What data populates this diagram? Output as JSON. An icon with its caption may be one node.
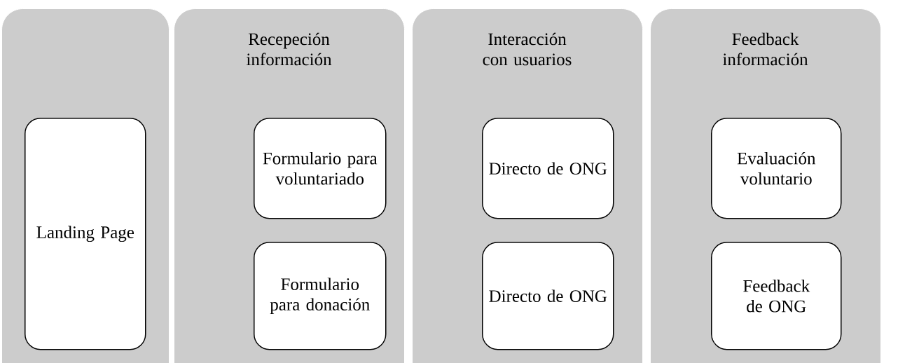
{
  "diagram": {
    "nodes": [
      {
        "text": [],
        "shape": "box"
      },
      {
        "text": [
          "Landing Page"
        ],
        "in": 0
      },
      {
        "text": [
          "Recepeción información"
        ]
      },
      {
        "text": [
          "Formulario para voluntariado"
        ],
        "in": 2
      },
      {
        "text": [
          "Formulario para donación"
        ],
        "in": 2
      },
      {
        "text": [
          "Interacción con usuarios"
        ]
      },
      {
        "text": [
          "Directo de ONG"
        ],
        "in": 5
      },
      {
        "text": [
          "Directo de ONG"
        ],
        "in": 5
      },
      {
        "text": [
          "Feedback información"
        ]
      },
      {
        "text": [
          "Evaluación voluntario"
        ],
        "in": 8
      },
      {
        "text": [
          "Feedback de ONG"
        ],
        "in": 8
      }
    ]
  }
}
